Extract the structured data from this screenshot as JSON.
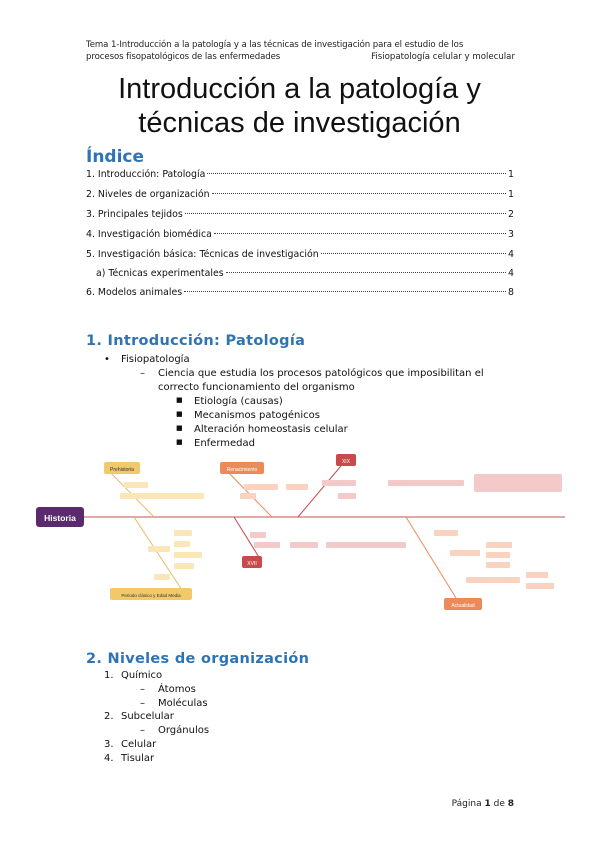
{
  "header": {
    "line1": "Tema 1-Introducción a la patología y a las técnicas de investigación para el estudio de los",
    "line2": "procesos fisopatológicos de las enfermedades",
    "right": "Fisiopatología celular y molecular"
  },
  "title": {
    "line1": "Introducción a la patología y",
    "line2": "técnicas de investigación"
  },
  "toc": {
    "heading": "Índice",
    "items": [
      {
        "label": "1. Introducción: Patología",
        "page": "1"
      },
      {
        "label": "2. Niveles de organización",
        "page": "1"
      },
      {
        "label": "3. Principales tejidos",
        "page": "2"
      },
      {
        "label": "4. Investigación biomédica",
        "page": "3"
      },
      {
        "label": "5. Investigación básica: Técnicas de investigación",
        "page": "4"
      },
      {
        "label": "a) Técnicas experimentales",
        "page": "4"
      },
      {
        "label": "6. Modelos animales",
        "page": "8"
      }
    ]
  },
  "section1": {
    "heading": "1. Introducción: Patología",
    "bullet": "Fisiopatología",
    "dash_line1": "Ciencia que estudia los procesos patológicos que imposibilitan el",
    "dash_line2": "correcto funcionamiento del organismo",
    "sub": [
      "Etiología (causas)",
      "Mecanismos patogénicos",
      "Alteración homeostasis celular",
      "Enfermedad"
    ]
  },
  "diagram": {
    "root": "Historia",
    "prehistoria": "Prehistoria",
    "renacimiento": "Renacimiento",
    "xix": "XIX",
    "xvii": "XVII",
    "clasico": "Periodo clásico y Edad Media",
    "actualidad": "Actualidad",
    "colors": {
      "root": "#5b2a6e",
      "yellow": "#f2c96a",
      "orange": "#ec8a5a",
      "red": "#c94a4a",
      "spine": "#d98b8b"
    }
  },
  "section2": {
    "heading": "2. Niveles de organización",
    "items": [
      {
        "num": "1.",
        "label": "Químico"
      },
      {
        "num": "2.",
        "label": "Subcelular"
      },
      {
        "num": "3.",
        "label": "Celular"
      },
      {
        "num": "4.",
        "label": "Tisular"
      }
    ],
    "quimico_sub": [
      "Átomos",
      "Moléculas"
    ],
    "subcelular_sub": [
      "Orgánulos"
    ]
  },
  "footer": {
    "prefix": "Página",
    "current": "1",
    "of": "de",
    "total": "8"
  }
}
